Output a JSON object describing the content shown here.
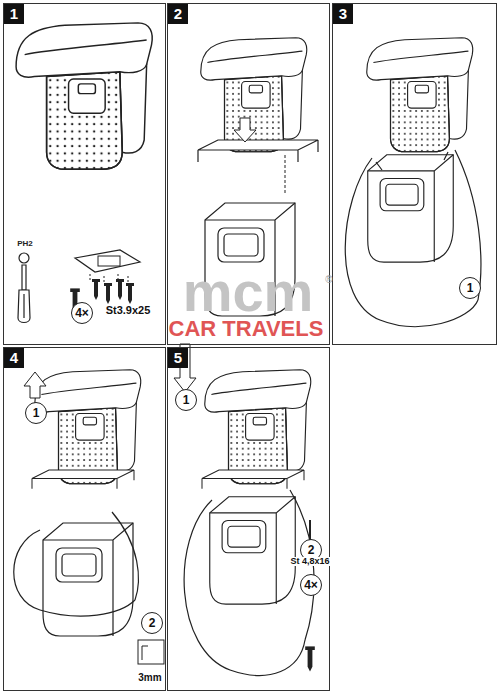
{
  "diagram": {
    "nodes": [
      {
        "text": [
          "1"
        ]
      },
      {
        "text": [
          "4×"
        ],
        "in": 0
      },
      {
        "text": [
          "2"
        ]
      },
      {
        "text": [
          "3"
        ]
      },
      {
        "text": [
          "1"
        ],
        "in": 3
      },
      {
        "text": [
          "4"
        ]
      },
      {
        "text": [
          "1"
        ],
        "in": 5
      },
      {
        "text": [
          "2"
        ],
        "in": 5
      },
      {
        "text": [
          "5"
        ]
      },
      {
        "text": [
          "1"
        ],
        "in": 8
      },
      {
        "text": [
          "2"
        ],
        "in": 8
      },
      {
        "text": [
          "4×"
        ],
        "in": 8
      }
    ],
    "labels": [
      "PH2",
      "St3.9x25",
      "3mm",
      "St 4,8x16",
      "mcm",
      "CAR TRAVELS",
      "®"
    ]
  }
}
